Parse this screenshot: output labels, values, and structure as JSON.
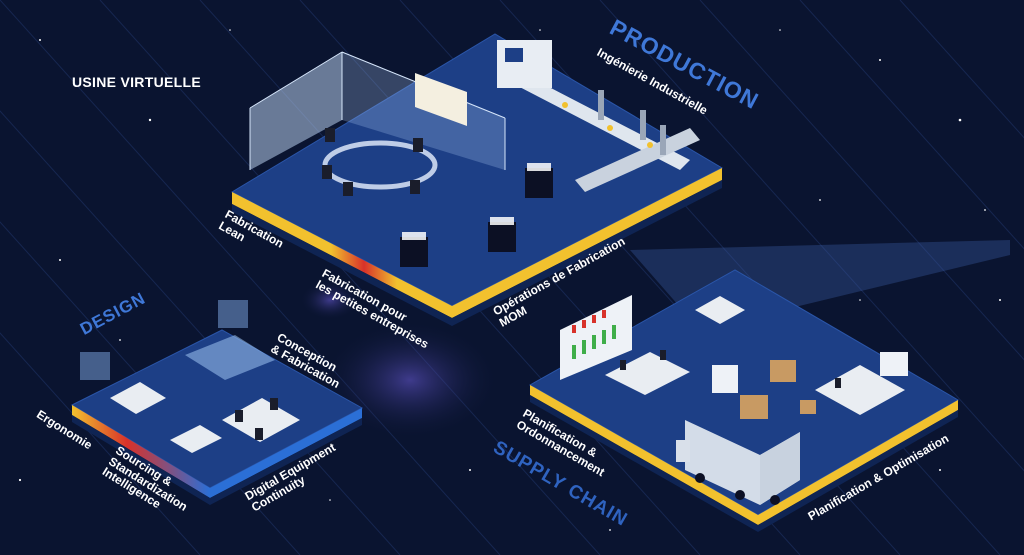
{
  "title": "USINE VIRTUELLE",
  "sections": {
    "production": "PRODUCTION",
    "design": "DESIGN",
    "supply_chain": "SUPPLY CHAIN"
  },
  "labels": {
    "ingenierie": "Ingénierie Industrielle",
    "fabrication_lean_1": "Fabrication",
    "fabrication_lean_2": "Lean",
    "petites_1": "Fabrication pour",
    "petites_2": "les petites entreprises",
    "operations_1": "Opérations de Fabrication",
    "operations_2": "MOM",
    "conception_1": "Conception",
    "conception_2": "& Fabrication",
    "ergonomie": "Ergonomie",
    "sourcing_1": "Sourcing &",
    "sourcing_2": "Standardization",
    "sourcing_3": "Intelligence",
    "digital_1": "Digital Equipment",
    "digital_2": "Continuity",
    "planification_ord_1": "Planification &",
    "planification_ord_2": "Ordonnancement",
    "planification_opt": "Planification & Optimisation"
  },
  "colors": {
    "background": "#0a1430",
    "platform_top": "#1d3f86",
    "platform_side": "#0f2453",
    "accent_yellow": "#f2c12e",
    "accent_red": "#d8322a",
    "accent_blue": "#2b6fd6",
    "section_text": "#3f78d8"
  }
}
